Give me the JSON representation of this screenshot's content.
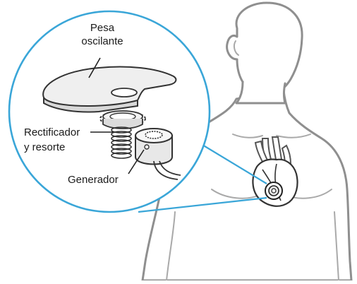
{
  "labels": {
    "pesa_line1": "Pesa",
    "pesa_line2": "oscilante",
    "rect_line1": "Rectificador",
    "rect_line2": "y resorte",
    "generador": "Generador"
  },
  "colors": {
    "outline": "#8f8f8f",
    "body_fill": "#ffffff",
    "magnifier_ring": "#3aa6d8",
    "part_fill": "#e9e9e9",
    "part_stroke": "#3a3a3a",
    "text": "#1a1a1a"
  }
}
